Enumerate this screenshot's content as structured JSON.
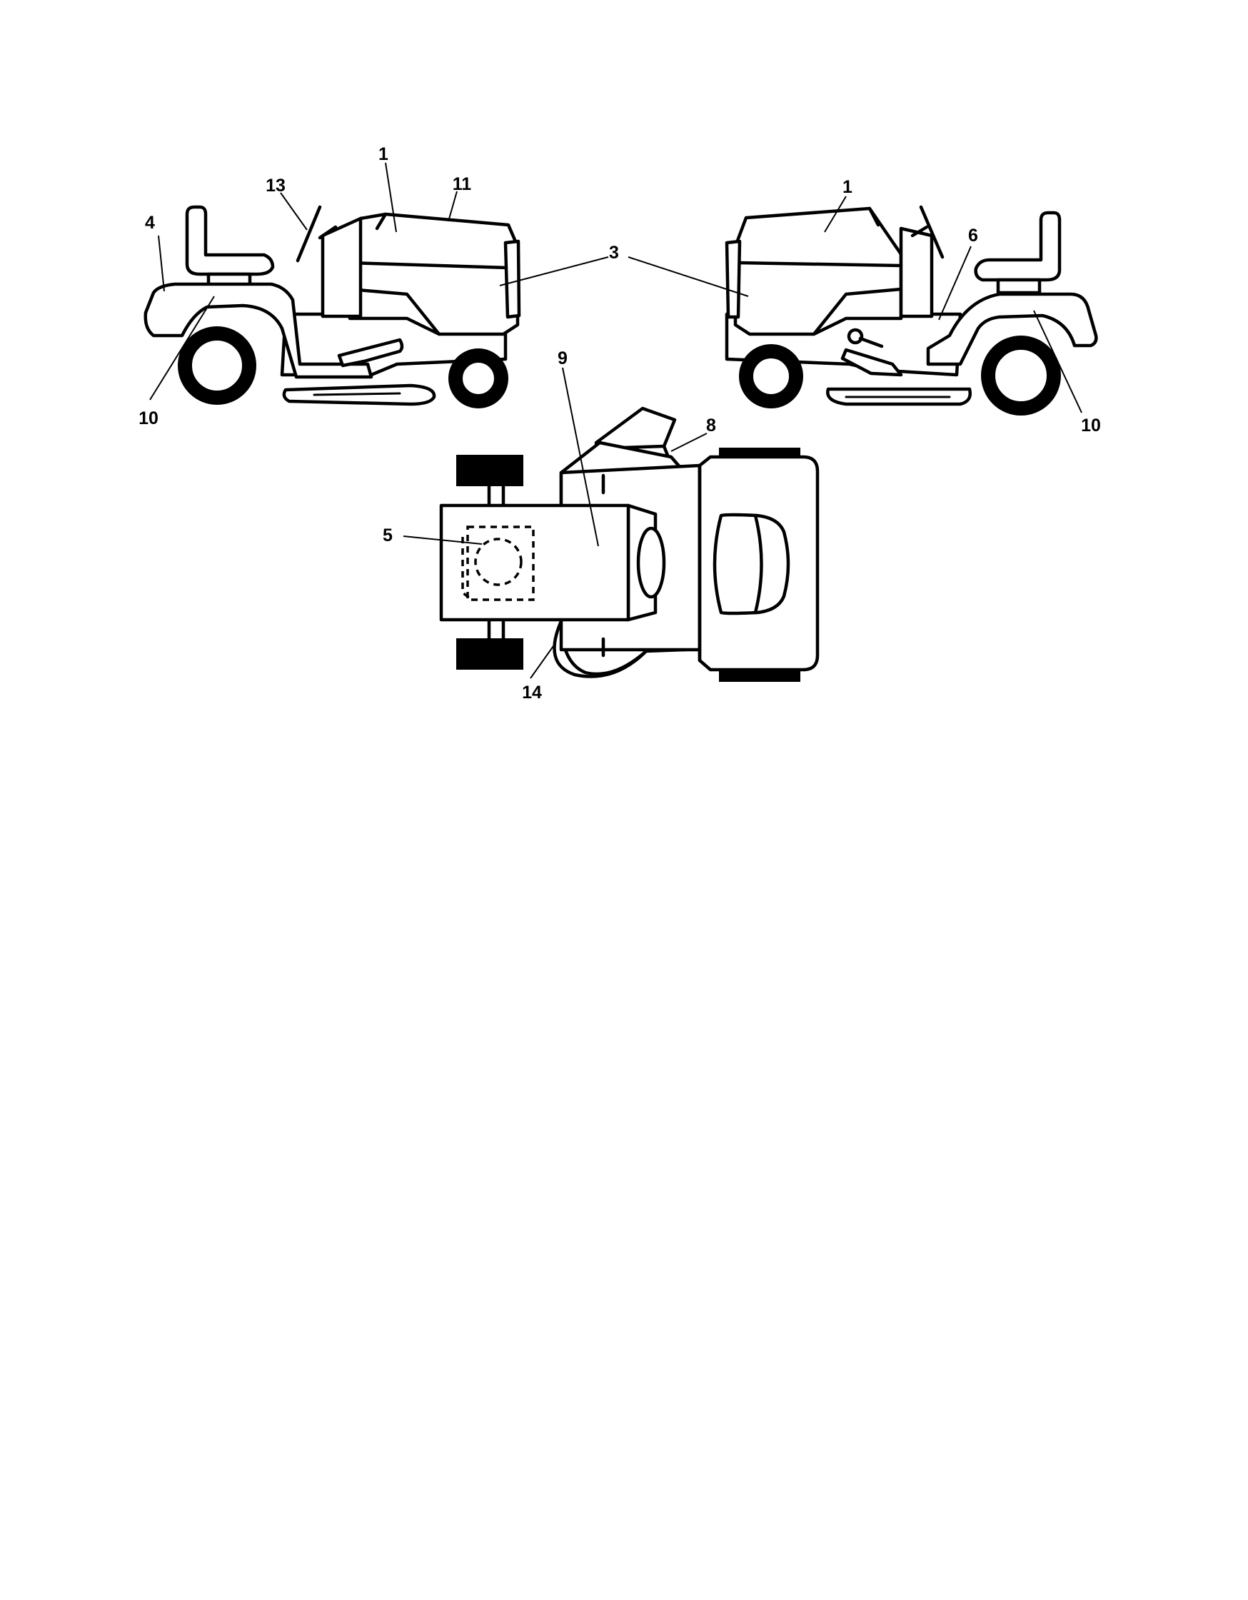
{
  "callouts": {
    "c1_left": "1",
    "c1_right": "1",
    "c3": "3",
    "c4": "4",
    "c5": "5",
    "c6": "6",
    "c8": "8",
    "c9": "9",
    "c10_left": "10",
    "c10_right": "10",
    "c11": "11",
    "c13": "13",
    "c14": "14"
  }
}
